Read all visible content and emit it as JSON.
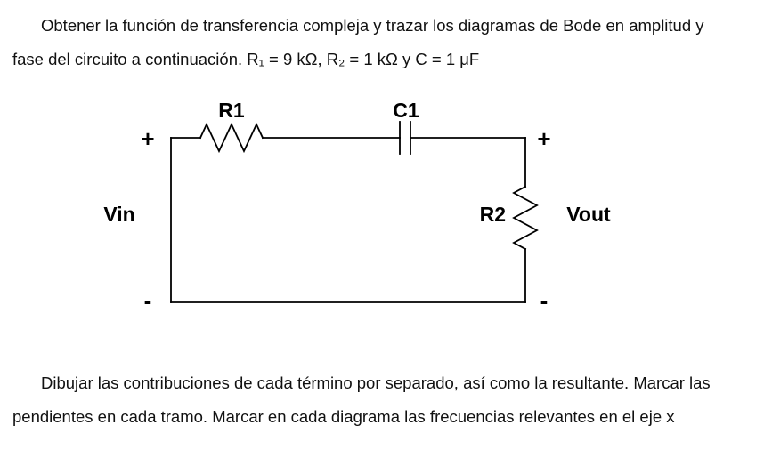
{
  "document": {
    "intro": {
      "line1": "Obtener la función de transferencia compleja y trazar los diagramas de Bode en amplitud y",
      "line2": "fase del circuito a continuación. R₁ = 9 kΩ, R₂ = 1 kΩ y C = 1 μF"
    },
    "footer": {
      "line1": "Dibujar las contribuciones de cada término por separado, así como la resultante. Marcar las",
      "line2": "pendientes en cada tramo. Marcar en cada diagrama las frecuencias relevantes en el eje x"
    }
  },
  "circuit": {
    "labels": {
      "r1": "R1",
      "c1": "C1",
      "r2": "R2",
      "vin": "Vin",
      "vout": "Vout",
      "plus": "+",
      "minus": "-"
    },
    "colors": {
      "wire": "#000000",
      "text": "#111111",
      "background": "#ffffff"
    }
  }
}
